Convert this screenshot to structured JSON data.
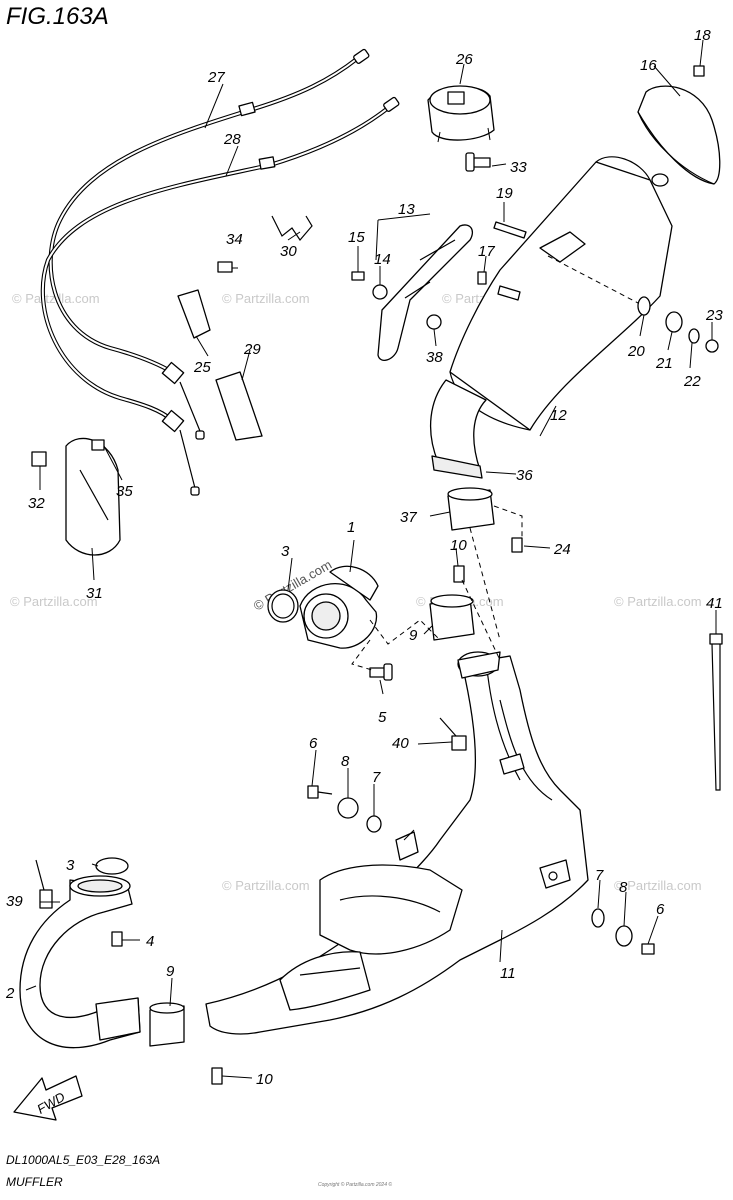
{
  "figure": {
    "title": "FIG.163A",
    "model_code": "DL1000AL5_E03_E28_163A",
    "section": "MUFFLER",
    "watermark": "© Partzilla.com",
    "copyright": "Copyright © Partzilla.com 2024 ©"
  },
  "fwd_label": "FWD",
  "callouts": [
    {
      "id": "c1",
      "num": "1"
    },
    {
      "id": "c2",
      "num": "2"
    },
    {
      "id": "c3a",
      "num": "3"
    },
    {
      "id": "c3b",
      "num": "3"
    },
    {
      "id": "c4",
      "num": "4"
    },
    {
      "id": "c5",
      "num": "5"
    },
    {
      "id": "c6a",
      "num": "6"
    },
    {
      "id": "c6b",
      "num": "6"
    },
    {
      "id": "c7a",
      "num": "7"
    },
    {
      "id": "c7b",
      "num": "7"
    },
    {
      "id": "c8a",
      "num": "8"
    },
    {
      "id": "c8b",
      "num": "8"
    },
    {
      "id": "c9a",
      "num": "9"
    },
    {
      "id": "c9b",
      "num": "9"
    },
    {
      "id": "c10a",
      "num": "10"
    },
    {
      "id": "c10b",
      "num": "10"
    },
    {
      "id": "c11",
      "num": "11"
    },
    {
      "id": "c12",
      "num": "12"
    },
    {
      "id": "c13",
      "num": "13"
    },
    {
      "id": "c14",
      "num": "14"
    },
    {
      "id": "c15",
      "num": "15"
    },
    {
      "id": "c16",
      "num": "16"
    },
    {
      "id": "c17",
      "num": "17"
    },
    {
      "id": "c18",
      "num": "18"
    },
    {
      "id": "c19",
      "num": "19"
    },
    {
      "id": "c20",
      "num": "20"
    },
    {
      "id": "c21",
      "num": "21"
    },
    {
      "id": "c22",
      "num": "22"
    },
    {
      "id": "c23",
      "num": "23"
    },
    {
      "id": "c24",
      "num": "24"
    },
    {
      "id": "c25",
      "num": "25"
    },
    {
      "id": "c26",
      "num": "26"
    },
    {
      "id": "c27",
      "num": "27"
    },
    {
      "id": "c28",
      "num": "28"
    },
    {
      "id": "c29",
      "num": "29"
    },
    {
      "id": "c30",
      "num": "30"
    },
    {
      "id": "c31",
      "num": "31"
    },
    {
      "id": "c32",
      "num": "32"
    },
    {
      "id": "c33",
      "num": "33"
    },
    {
      "id": "c34",
      "num": "34"
    },
    {
      "id": "c35",
      "num": "35"
    },
    {
      "id": "c36",
      "num": "36"
    },
    {
      "id": "c37",
      "num": "37"
    },
    {
      "id": "c38",
      "num": "38"
    },
    {
      "id": "c39",
      "num": "39"
    },
    {
      "id": "c40",
      "num": "40"
    },
    {
      "id": "c41",
      "num": "41"
    }
  ]
}
